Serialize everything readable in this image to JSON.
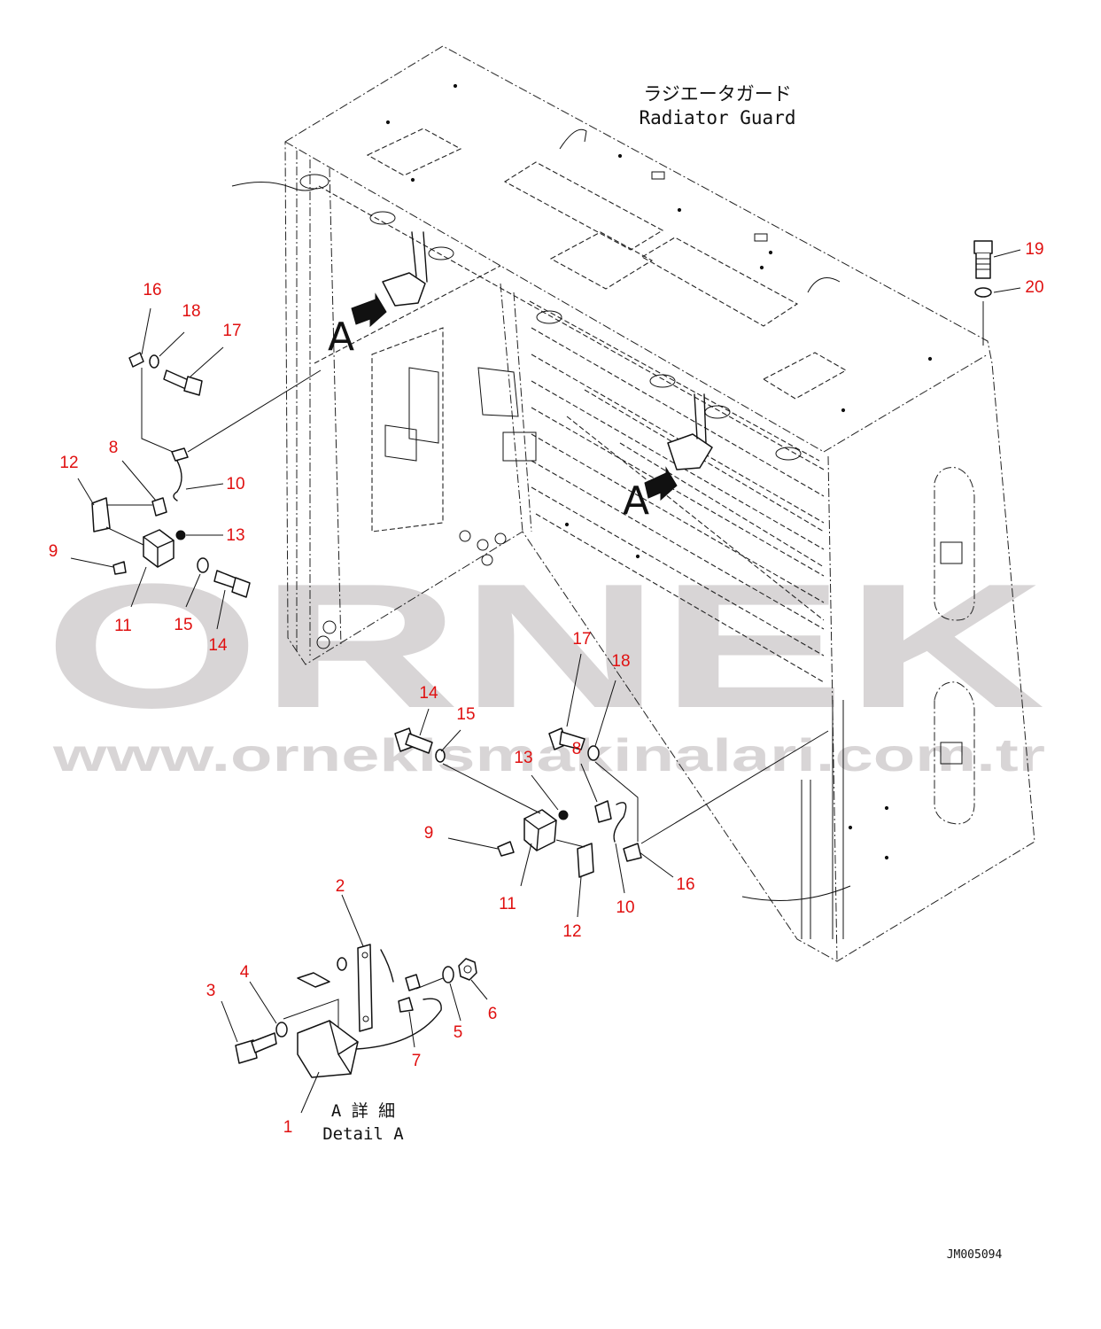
{
  "title": {
    "jp": "ラジエータガード",
    "en": "Radiator Guard"
  },
  "detail": {
    "jp": "A 詳 細",
    "en": "Detail A"
  },
  "drawing_code": "JM005094",
  "watermark": {
    "brand": "ORNEK",
    "url": "www.ornekismakinalari.com.tr"
  },
  "view_arrows": [
    "A",
    "A"
  ],
  "callouts": {
    "c1": "1",
    "c2": "2",
    "c3": "3",
    "c4": "4",
    "c5": "5",
    "c6": "6",
    "c7": "7",
    "l8": "8",
    "l9": "9",
    "l10": "10",
    "l11": "11",
    "l12": "12",
    "l13": "13",
    "l14": "14",
    "l15": "15",
    "l16": "16",
    "l17": "17",
    "l18": "18",
    "r8": "8",
    "r9": "9",
    "r10": "10",
    "r11": "11",
    "r12": "12",
    "r13": "13",
    "r14": "14",
    "r15": "15",
    "r16": "16",
    "r17": "17",
    "r18": "18",
    "c19": "19",
    "c20": "20"
  },
  "colors": {
    "callout": "#e01010",
    "line": "#111111",
    "watermark": "#d8d5d6"
  }
}
